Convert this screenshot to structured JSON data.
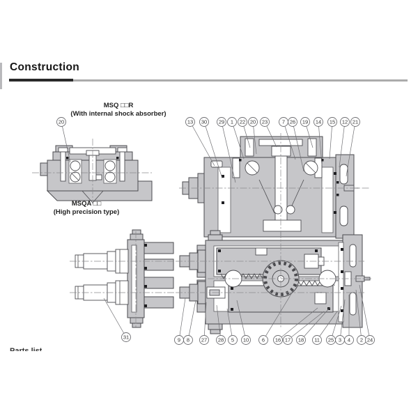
{
  "page": {
    "heading": "Construction",
    "footer_partial": "Parts list"
  },
  "labels": {
    "variant1_title": "MSQ □□R",
    "variant1_subtitle": "(With internal shock absorber)",
    "variant2_title": "MSQA □□",
    "variant2_subtitle": "(High precision type)"
  },
  "callouts": {
    "top_row": [
      "13",
      "30",
      "29",
      "1",
      "22",
      "20",
      "23",
      "7",
      "26",
      "19",
      "14",
      "15",
      "12",
      "21"
    ],
    "bottom_row": [
      "9",
      "8",
      "27",
      "28",
      "5",
      "10",
      "6",
      "16",
      "17",
      "18",
      "11",
      "25",
      "3",
      "4",
      "2",
      "24"
    ],
    "shock_absorber_section": [
      "20"
    ],
    "absorber_detail": [
      "31"
    ]
  },
  "colors": {
    "body_fill": "#c6c6c9",
    "outline": "#4b4b4f",
    "heading_rule_dark": "#2a2a2a",
    "heading_rule_light": "#ababab",
    "seal": "#1f1f22"
  }
}
